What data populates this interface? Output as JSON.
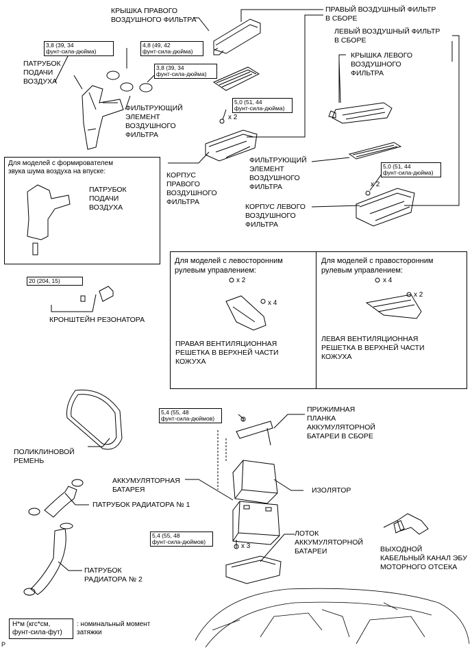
{
  "labels": {
    "right_filter_cover": "КРЫШКА ПРАВОГО\nВОЗДУШНОГО ФИЛЬТРА",
    "right_filter_assy": "ПРАВЫЙ ВОЗДУШНЫЙ ФИЛЬТР\nВ СБОРЕ",
    "left_filter_assy": "ЛЕВЫЙ ВОЗДУШНЫЙ ФИЛЬТР\nВ СБОРЕ",
    "left_filter_cover": "КРЫШКА ЛЕВОГО\nВОЗДУШНОГО\nФИЛЬТРА",
    "intake_hose": "ПАТРУБОК\nПОДАЧИ\nВОЗДУХА",
    "right_element": "ФИЛЬТРУЮЩИЙ\nЭЛЕМЕНТ\nВОЗДУШНОГО\nФИЛЬТРА",
    "left_element": "ФИЛЬТРУЮЩИЙ\nЭЛЕМЕНТ\nВОЗДУШНОГО\nФИЛЬТРА",
    "right_case": "КОРПУС\nПРАВОГО\nВОЗДУШНОГО\nФИЛЬТРА",
    "left_case": "КОРПУС ЛЕВОГО\nВОЗДУШНОГО\nФИЛЬТРА",
    "inset_intake_hose": "ПАТРУБОК\nПОДАЧИ\nВОЗДУХА",
    "resonator_bracket": "КРОНШТЕЙН РЕЗОНАТОРА",
    "right_cowl": "ПРАВАЯ ВЕНТИЛЯЦИОННАЯ\nРЕШЕТКА В ВЕРХНЕЙ ЧАСТИ\nКОЖУХА",
    "left_cowl": "ЛЕВАЯ ВЕНТИЛЯЦИОННАЯ\nРЕШЕТКА В ВЕРХНЕЙ ЧАСТИ\nКОЖУХА",
    "clamp_plate": "ПРИЖИМНАЯ\nПЛАНКА\nАККУМУЛЯТОРНОЙ\nБАТАРЕИ В СБОРЕ",
    "vribbed_belt": "ПОЛИКЛИНОВОЙ\nРЕМЕНЬ",
    "battery": "АККУМУЛЯТОРНАЯ\nБАТАРЕЯ",
    "insulator": "ИЗОЛЯТОР",
    "radiator_hose_1": "ПАТРУБОК РАДИАТОРА № 1",
    "radiator_hose_2": "ПАТРУБОК\nРАДИАТОРА № 2",
    "battery_tray": "ЛОТОК\nАККУМУЛЯТОРНОЙ\nБАТАРЕИ",
    "ecu_duct": "ВЫХОДНОЙ\nКАБЕЛЬНЫЙ КАНАЛ ЭБУ\nМОТОРНОГО ОТСЕКА"
  },
  "torques": {
    "t1": "3,8 (39, 34\nфунт-сила-дюйма)",
    "t2": "4,8 (49, 42\nфунт-сила-дюйма)",
    "t3": "3,8 (39, 34\nфунт-сила-дюйма)",
    "t4": "5,0 (51, 44\nфунт-сила-дюйма)",
    "t5": "5,0 (51, 44\nфунт-сила-дюйма)",
    "t6": "20 (204, 15)",
    "t7": "5,4 (55, 48\nфунт-сила-дюймов)",
    "t8": "5,4 (55, 48\nфунт-сила-дюймов)"
  },
  "quantities": {
    "q_right_case": "x 2",
    "q_left_case": "x 2",
    "q_lhd_a": "x 2",
    "q_lhd_b": "x 4",
    "q_rhd_a": "x 4",
    "q_rhd_b": "x 2",
    "q_tray": "x 3"
  },
  "boxes": {
    "inset_title": "Для моделей с формирователем\nзвука шума воздуха на впуске:",
    "lhd_title": "Для моделей с левосторонним\nрулевым управлением:",
    "rhd_title": "Для моделей с правосторонним\nрулевым управлением:"
  },
  "legend": {
    "units": "Н*м (кгс*см,\nфунт-сила-фут)",
    "meaning": ": номинальный момент\nзатяжки"
  },
  "corner_mark": "P"
}
